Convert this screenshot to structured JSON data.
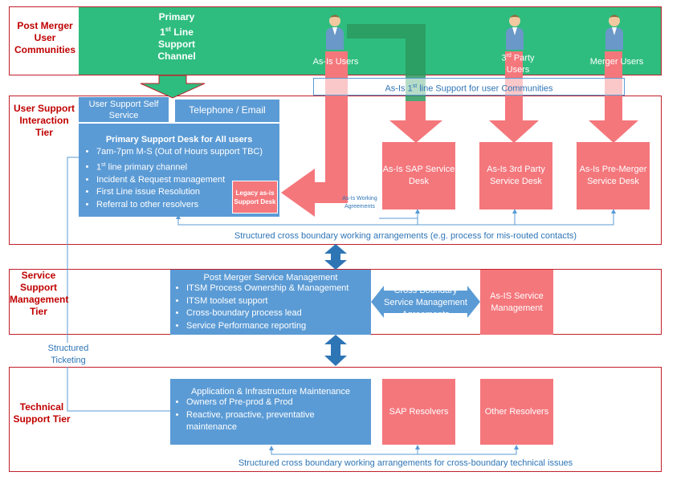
{
  "tiers": {
    "post_merger": "Post Merger User Communities",
    "user_support": "User Support Interaction Tier",
    "service_support": "Service Support Management Tier",
    "technical": "Technical Support Tier"
  },
  "top_band": {
    "primary_channel_line1": "Primary",
    "primary_channel_line2a": "1",
    "primary_channel_sup": "st",
    "primary_channel_line2b": " Line",
    "primary_channel_line3": "Support",
    "primary_channel_line4": "Channel",
    "users": {
      "as_is": "As-Is Users",
      "third_party_prefix": "3",
      "third_party_sup": "rd",
      "third_party_suffix": " Party",
      "third_party_line2": "Users",
      "merger": "Merger Users"
    },
    "as_is_support_prefix": "As-Is 1",
    "as_is_support_sup": "st",
    "as_is_support_suffix": " line Support for user Communities"
  },
  "user_support": {
    "self_service": "User Support Self Service",
    "telephone_email": "Telephone / Email",
    "desk_title": "Primary Support Desk for All users",
    "bullets": [
      "7am-7pm M-S (Out of Hours support TBC)",
      "line primary channel",
      "Incident & Request management",
      "First Line issue Resolution",
      "Referral to other resolvers"
    ],
    "bullet2_prefix": "1",
    "bullet2_sup": "st",
    "legacy_desk": "Legacy as-is Support Desk",
    "as_is_working": "As-Is Working Agreements",
    "sap_desk": "As-Is SAP Service Desk",
    "third_party_desk": "As-Is 3rd Party Service Desk",
    "pre_merger_desk": "As-Is Pre-Merger Service Desk",
    "cross_boundary_note": "Structured cross boundary working arrangements (e.g. process for mis-routed contacts)"
  },
  "service_mgmt": {
    "title": "Post Merger Service Management",
    "bullets": [
      "ITSM Process Ownership & Management",
      "ITSM toolset support",
      "Cross-boundary process lead",
      "Service Performance reporting"
    ],
    "cross_boundary": "Cross Boundary Service Management Agreements",
    "as_is_mgmt": "As-IS Service Management"
  },
  "structured_ticketing": "Structured Ticketing",
  "technical": {
    "title": "Application & Infrastructure Maintenance",
    "bullets": [
      "Owners of Pre-prod & Prod",
      "Reactive, proactive, preventative maintenance"
    ],
    "sap_resolvers": "SAP Resolvers",
    "other_resolvers": "Other Resolvers",
    "cross_boundary_note": "Structured cross boundary working arrangements for cross-boundary technical issues"
  },
  "colors": {
    "green": "#2ebd7f",
    "blue": "#5b9bd5",
    "pink": "#f4777c",
    "red_label": "#c00000",
    "frame": "#c0202a"
  }
}
